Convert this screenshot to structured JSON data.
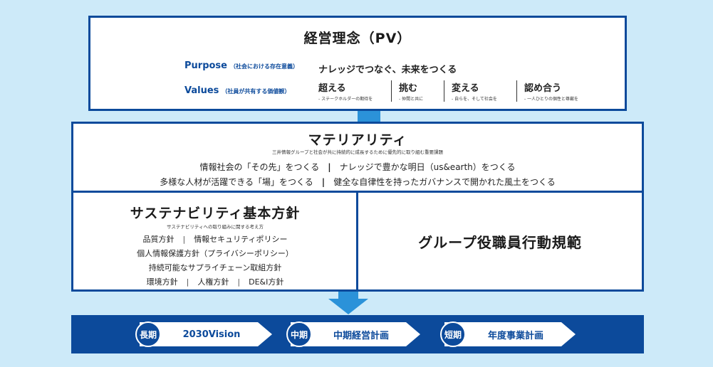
{
  "pv": {
    "title": "経営理念（PV）",
    "purpose_key": "Purpose",
    "purpose_sub": "（社会における存在意義）",
    "purpose_text": "ナレッジでつなぐ、未来をつくる",
    "values_key": "Values",
    "values_sub": "（社員が共有する価値観）",
    "values": [
      {
        "title": "超える",
        "sub": "- ステークホルダーの期待を"
      },
      {
        "title": "挑む",
        "sub": "- 仲間と共に"
      },
      {
        "title": "変える",
        "sub": "- 自らを、そして社会を"
      },
      {
        "title": "認め合う",
        "sub": "- 一人ひとりの個性と尊厳を"
      }
    ]
  },
  "materiality": {
    "title": "マテリアリティ",
    "subtitle": "三井情報グループと社会が共に持続的に成長するために優先的に取り組む重要課題",
    "items": [
      "情報社会の「その先」をつくる",
      "ナレッジで豊かな明日（us&earth）をつくる",
      "多様な人材が活躍できる「場」をつくる",
      "健全な自律性を持ったガバナンスで開かれた風土をつくる"
    ],
    "separator": "|"
  },
  "sustainability": {
    "title": "サステナビリティ基本方針",
    "subtitle": "サステナビリティへの取り組みに関する考え方",
    "policies": [
      "品質方針",
      "情報セキュリティポリシー",
      "個人情報保護方針（プライバシーポリシー）",
      "持続可能なサプライチェーン取組方針",
      "環境方針",
      "人権方針",
      "DE&I方針"
    ],
    "separator": "|"
  },
  "code_of_conduct": {
    "title": "グループ役職員行動規範"
  },
  "plans": [
    {
      "term": "長期",
      "label": "2030Vision"
    },
    {
      "term": "中期",
      "label": "中期経営計画"
    },
    {
      "term": "短期",
      "label": "年度事業計画"
    }
  ],
  "colors": {
    "navy": "#0c4a9b",
    "light_blue": "#2b92d9",
    "background": "#cdeaf9"
  }
}
